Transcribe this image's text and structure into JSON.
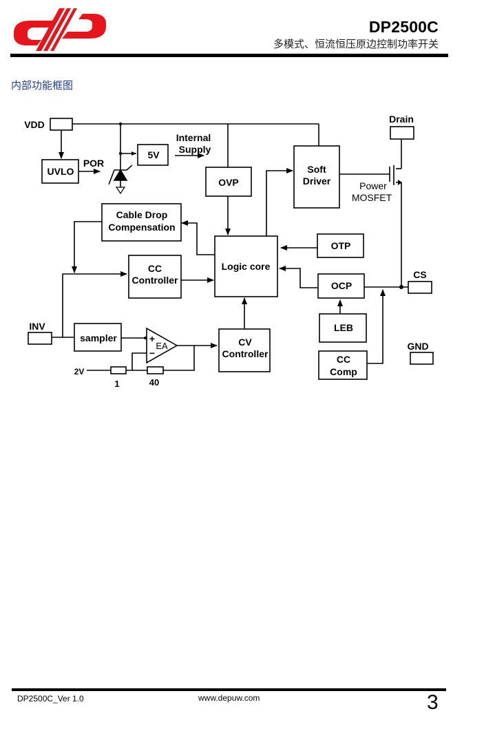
{
  "header": {
    "logo": "dp-logo",
    "title": "DP2500C",
    "subtitle": "多模式、恒流恒压原边控制功率开关",
    "brand_color": "#e8141c"
  },
  "section": {
    "title": "内部功能框图",
    "title_color": "#1f3f8f"
  },
  "diagram": {
    "pins": {
      "vdd": "VDD",
      "drain": "Drain",
      "cs": "CS",
      "inv": "INV",
      "gnd": "GND"
    },
    "blocks": {
      "uvlo": "UVLO",
      "reg5v": "5V",
      "ovp": "OVP",
      "soft_driver": [
        "Soft",
        "Driver"
      ],
      "cable_drop": [
        "Cable Drop",
        "Compensation"
      ],
      "cc_controller": [
        "CC",
        "Controller"
      ],
      "logic_core": "Logic core",
      "otp": "OTP",
      "ocp": "OCP",
      "leb": "LEB",
      "cc_comp": [
        "CC",
        "Comp"
      ],
      "sampler": "sampler",
      "cv_controller": [
        "CV",
        "Controller"
      ]
    },
    "labels": {
      "por": "POR",
      "internal_supply": [
        "Internal",
        "Supply"
      ],
      "power_mosfet": [
        "Power",
        "MOSFET"
      ],
      "ea": "EA",
      "plus": "+",
      "minus": "−",
      "ref_2v": "2V",
      "res1": "1",
      "res40": "40"
    }
  },
  "footer": {
    "version": "DP2500C_Ver 1.0",
    "website": "www.depuw.com",
    "page_number": "3"
  }
}
